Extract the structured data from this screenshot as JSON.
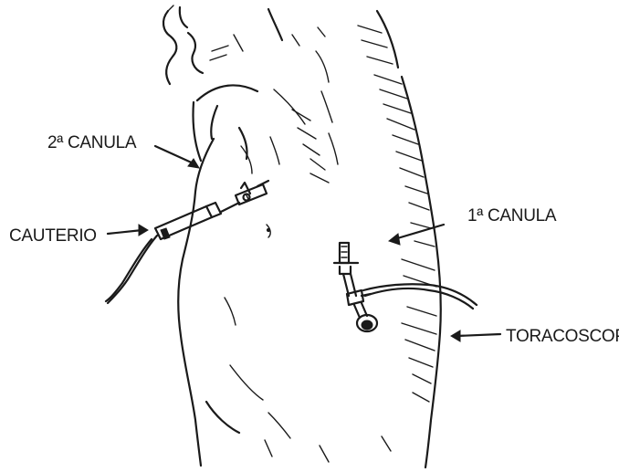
{
  "labels": {
    "second_cannula": "2ª CANULA",
    "cautery": "CAUTERIO",
    "first_cannula": "1ª CANULA",
    "thoracoscope": "TORACOSCOPIO"
  },
  "colors": {
    "ink": "#1a1a1a",
    "paper": "#ffffff"
  }
}
